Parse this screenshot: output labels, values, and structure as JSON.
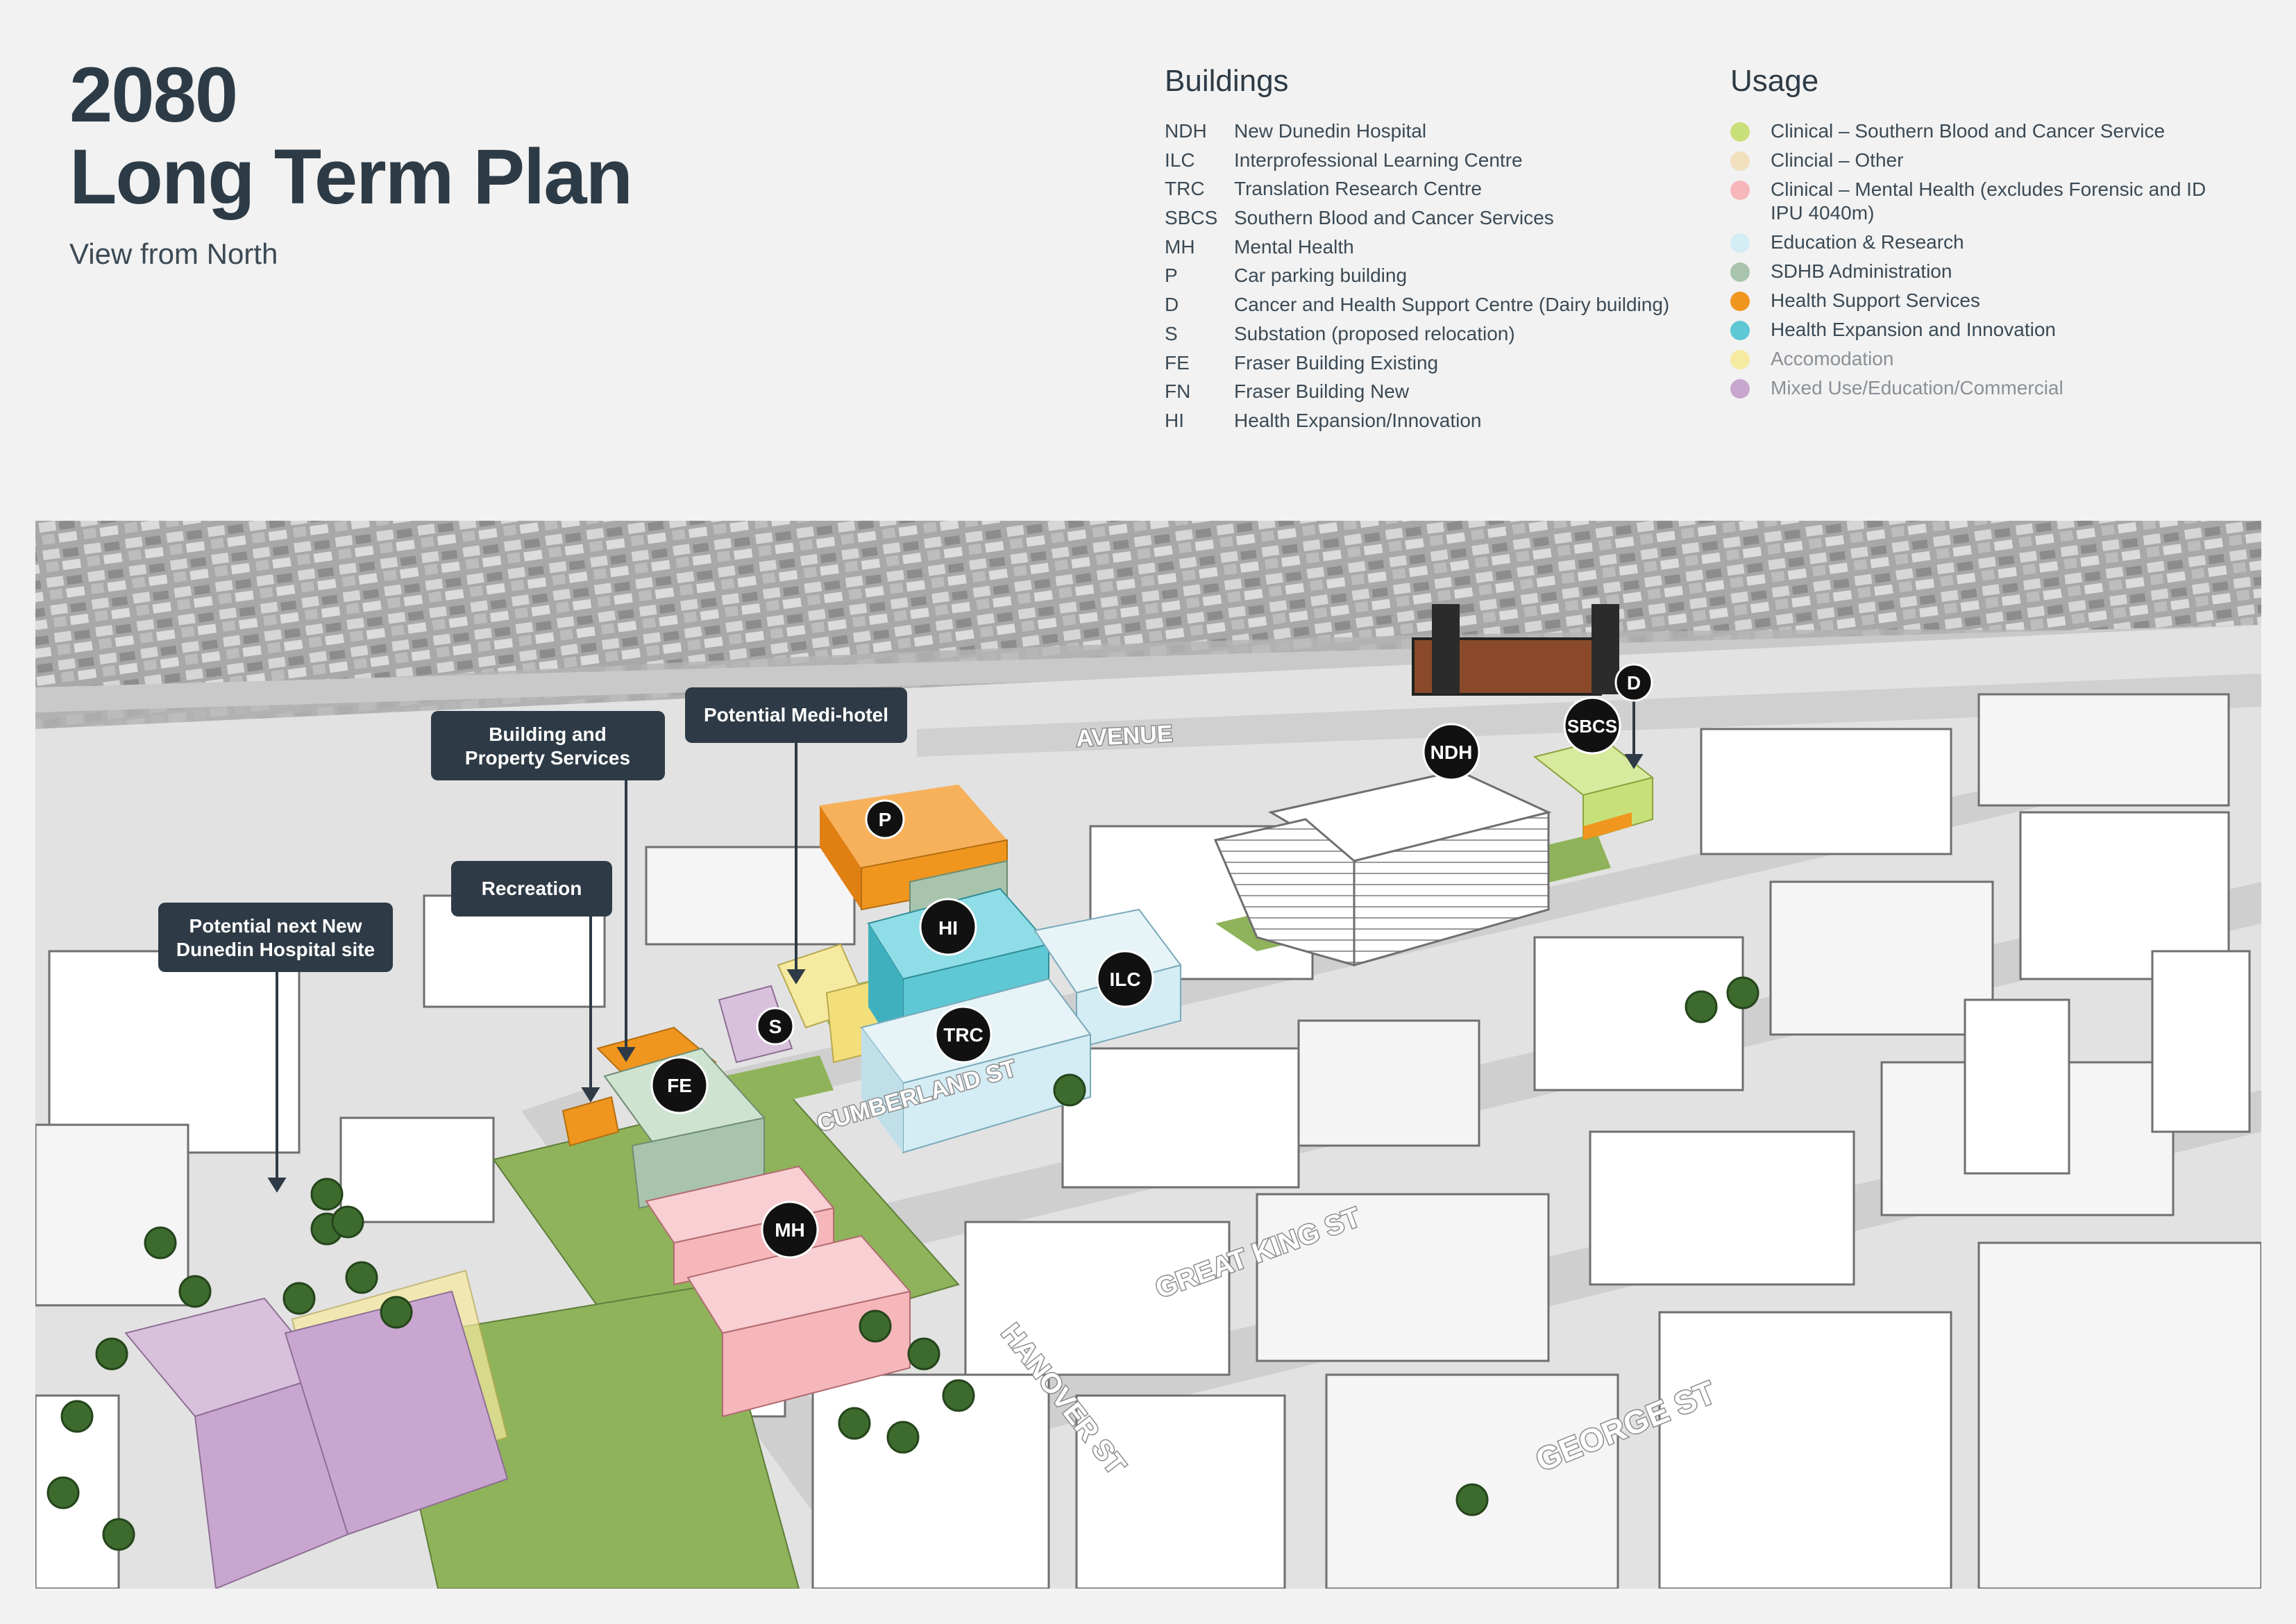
{
  "header": {
    "title_line1": "2080",
    "title_line2": "Long Term Plan",
    "subtitle": "View from North"
  },
  "buildings_legend": {
    "heading": "Buildings",
    "items": [
      {
        "code": "NDH",
        "name": "New Dunedin Hospital"
      },
      {
        "code": "ILC",
        "name": "Interprofessional Learning Centre"
      },
      {
        "code": "TRC",
        "name": "Translation Research Centre"
      },
      {
        "code": "SBCS",
        "name": "Southern Blood and Cancer Services"
      },
      {
        "code": "MH",
        "name": "Mental Health"
      },
      {
        "code": "P",
        "name": "Car parking building"
      },
      {
        "code": "D",
        "name": "Cancer and Health Support Centre (Dairy building)"
      },
      {
        "code": "S",
        "name": "Substation (proposed relocation)"
      },
      {
        "code": "FE",
        "name": "Fraser Building Existing"
      },
      {
        "code": "FN",
        "name": "Fraser Building New"
      },
      {
        "code": "HI",
        "name": "Health Expansion/Innovation"
      }
    ]
  },
  "usage_legend": {
    "heading": "Usage",
    "items": [
      {
        "label": "Clinical – Southern Blood and Cancer Service",
        "color": "#c8e07a"
      },
      {
        "label": "Clincial – Other",
        "color": "#f1dfbe"
      },
      {
        "label": "Clinical – Mental Health (excludes Forensic and ID IPU 4040m)",
        "color": "#f6b7bb"
      },
      {
        "label": "Education & Research",
        "color": "#d4ecf4"
      },
      {
        "label": "SDHB Administration",
        "color": "#a9c4ac"
      },
      {
        "label": "Health Support Services",
        "color": "#f0961e"
      },
      {
        "label": "Health Expansion and Innovation",
        "color": "#5ec8d4"
      },
      {
        "label": "Accomodation",
        "color": "#f6eaa0"
      },
      {
        "label": "Mixed Use/Education/Commercial",
        "color": "#c9a6cf"
      }
    ]
  },
  "map": {
    "callouts": {
      "building_property": [
        "Building and",
        "Property Services"
      ],
      "medi_hotel": "Potential Medi-hotel",
      "recreation": "Recreation",
      "next_ndh": [
        "Potential next New",
        "Dunedin Hospital site"
      ]
    },
    "markers": {
      "ndh": "NDH",
      "sbcs": "SBCS",
      "d": "D",
      "p": "P",
      "hi": "HI",
      "ilc": "ILC",
      "trc": "TRC",
      "s": "S",
      "fe": "FE",
      "mh": "MH"
    },
    "streets": {
      "cumberland": "CUMBERLAND ST",
      "great_king": "GREAT KING ST",
      "hanover": "HANOVER ST",
      "george": "GEORGE ST",
      "avenue": "AVENUE"
    },
    "colors": {
      "callout_bg": "#2e3b46",
      "marker_bg": "#111111",
      "green_space": "#8fb35a"
    }
  }
}
